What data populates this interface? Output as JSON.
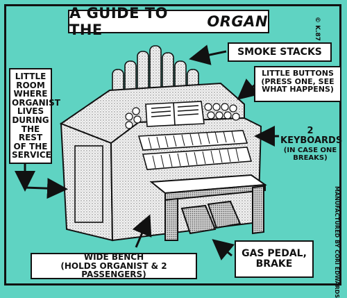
{
  "title": {
    "prefix": "A GUIDE TO THE",
    "emphasis": "ORGAN"
  },
  "copyright": "© K.87",
  "credit": "MANUFACTURED BY CORI EDWARDS",
  "labels": {
    "smoke_stacks": "SMOKE STACKS",
    "little_buttons": "LITTLE BUTTONS (PRESS ONE, SEE WHAT HAPPENS)",
    "little_room": "LITTLE ROOM WHERE ORGANIST LIVES DURING THE REST OF THE SERVICE",
    "keyboards_main": "2 KEYBOARDS",
    "keyboards_sub": "(IN CASE ONE BREAKS)",
    "gas_pedal_line1": "GAS PEDAL,",
    "gas_pedal_line2": "BRAKE",
    "bench_line1": "WIDE BENCH",
    "bench_line2": "(HOLDS ORGANIST & 2 PASSENGERS)"
  },
  "colors": {
    "background": "#5fd3c2",
    "ink": "#111111",
    "paper": "#ffffff",
    "shade": "#dcdcdc"
  }
}
